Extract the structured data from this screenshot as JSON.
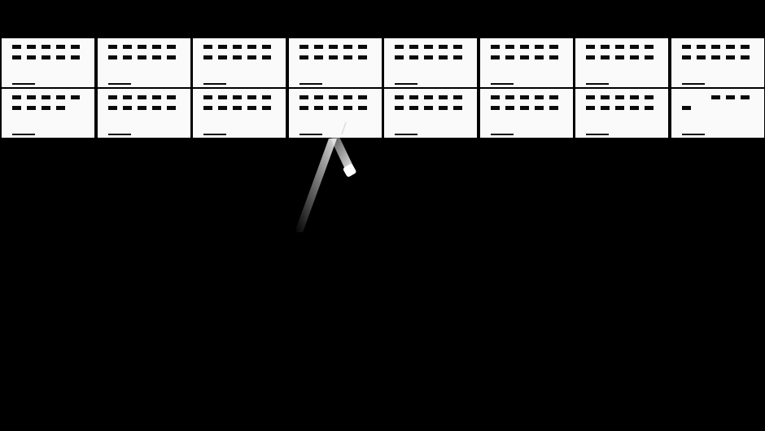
{
  "game": {
    "background_color": "#000000",
    "brick_color": "#fafafa",
    "brick_mark_color": "#0a0a0a",
    "rows": [
      {
        "bricks": [
          {
            "dashes_row1": [
              1,
              1,
              1,
              1,
              1
            ],
            "dashes_row2": [
              1,
              1,
              1,
              1,
              1
            ]
          },
          {
            "dashes_row1": [
              1,
              1,
              1,
              1,
              1
            ],
            "dashes_row2": [
              1,
              1,
              1,
              1,
              1
            ]
          },
          {
            "dashes_row1": [
              1,
              1,
              1,
              1,
              1
            ],
            "dashes_row2": [
              1,
              1,
              1,
              1,
              1
            ]
          },
          {
            "dashes_row1": [
              1,
              1,
              1,
              1,
              1
            ],
            "dashes_row2": [
              1,
              1,
              1,
              1,
              1
            ]
          },
          {
            "dashes_row1": [
              1,
              1,
              1,
              1,
              1
            ],
            "dashes_row2": [
              1,
              1,
              1,
              1,
              1
            ]
          },
          {
            "dashes_row1": [
              1,
              1,
              1,
              1,
              1
            ],
            "dashes_row2": [
              1,
              1,
              1,
              1,
              1
            ]
          },
          {
            "dashes_row1": [
              1,
              1,
              1,
              1,
              1
            ],
            "dashes_row2": [
              1,
              1,
              1,
              1,
              1
            ]
          },
          {
            "dashes_row1": [
              1,
              1,
              1,
              1,
              1
            ],
            "dashes_row2": [
              1,
              1,
              1,
              1,
              1
            ]
          }
        ]
      },
      {
        "bricks": [
          {
            "dashes_row1": [
              1,
              1,
              1,
              1,
              1
            ],
            "dashes_row2": [
              1,
              1,
              1,
              1,
              0
            ]
          },
          {
            "dashes_row1": [
              1,
              1,
              1,
              1,
              1
            ],
            "dashes_row2": [
              1,
              1,
              1,
              1,
              1
            ]
          },
          {
            "dashes_row1": [
              1,
              1,
              1,
              1,
              1
            ],
            "dashes_row2": [
              1,
              1,
              1,
              1,
              1
            ]
          },
          {
            "dashes_row1": [
              1,
              1,
              1,
              1,
              1
            ],
            "dashes_row2": [
              1,
              1,
              1,
              1,
              1
            ]
          },
          {
            "dashes_row1": [
              1,
              1,
              1,
              1,
              1
            ],
            "dashes_row2": [
              1,
              1,
              1,
              1,
              1
            ]
          },
          {
            "dashes_row1": [
              1,
              1,
              1,
              1,
              1
            ],
            "dashes_row2": [
              1,
              1,
              1,
              1,
              1
            ]
          },
          {
            "dashes_row1": [
              1,
              1,
              1,
              1,
              1
            ],
            "dashes_row2": [
              1,
              1,
              1,
              1,
              1
            ]
          },
          {
            "dashes_row1": [
              0,
              0,
              1,
              1,
              1
            ],
            "dashes_row2": [
              1,
              0,
              0,
              0,
              0
            ]
          }
        ]
      }
    ]
  }
}
